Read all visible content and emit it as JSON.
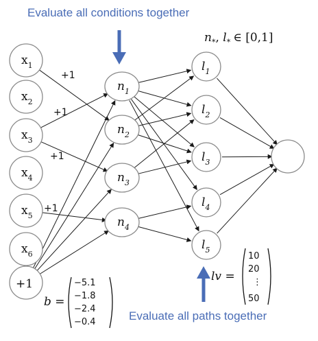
{
  "captions": {
    "top": "Evaluate all conditions together",
    "bottom": "Evaluate all paths together"
  },
  "range_label": {
    "n": "n",
    "l": "l",
    "sub": "*",
    "set": "∈ [0,1]"
  },
  "inputs": [
    {
      "base": "x",
      "sub": "1"
    },
    {
      "base": "x",
      "sub": "2"
    },
    {
      "base": "x",
      "sub": "3"
    },
    {
      "base": "x",
      "sub": "4"
    },
    {
      "base": "x",
      "sub": "5"
    },
    {
      "base": "x",
      "sub": "6"
    }
  ],
  "bias_node": "+1",
  "hidden_nodes": [
    {
      "base": "n",
      "sub": "1"
    },
    {
      "base": "n",
      "sub": "2"
    },
    {
      "base": "n",
      "sub": "3"
    },
    {
      "base": "n",
      "sub": "4"
    }
  ],
  "leaf_nodes": [
    {
      "base": "l",
      "sub": "1"
    },
    {
      "base": "l",
      "sub": "2"
    },
    {
      "base": "l",
      "sub": "3"
    },
    {
      "base": "l",
      "sub": "4"
    },
    {
      "base": "l",
      "sub": "5"
    }
  ],
  "edge_weights": [
    "+1",
    "+1",
    "+1",
    "+1"
  ],
  "bias_vector": {
    "label": "b =",
    "values": [
      "−5.1",
      "−1.8",
      "−2.4",
      "−0.4"
    ]
  },
  "leaf_values": {
    "label": "lv =",
    "values": [
      "10",
      "20",
      "⋮",
      "50"
    ]
  },
  "colors": {
    "accent": "#4a6db6",
    "node_stroke": "#8a8a8a",
    "edge": "#1a1a1a"
  }
}
